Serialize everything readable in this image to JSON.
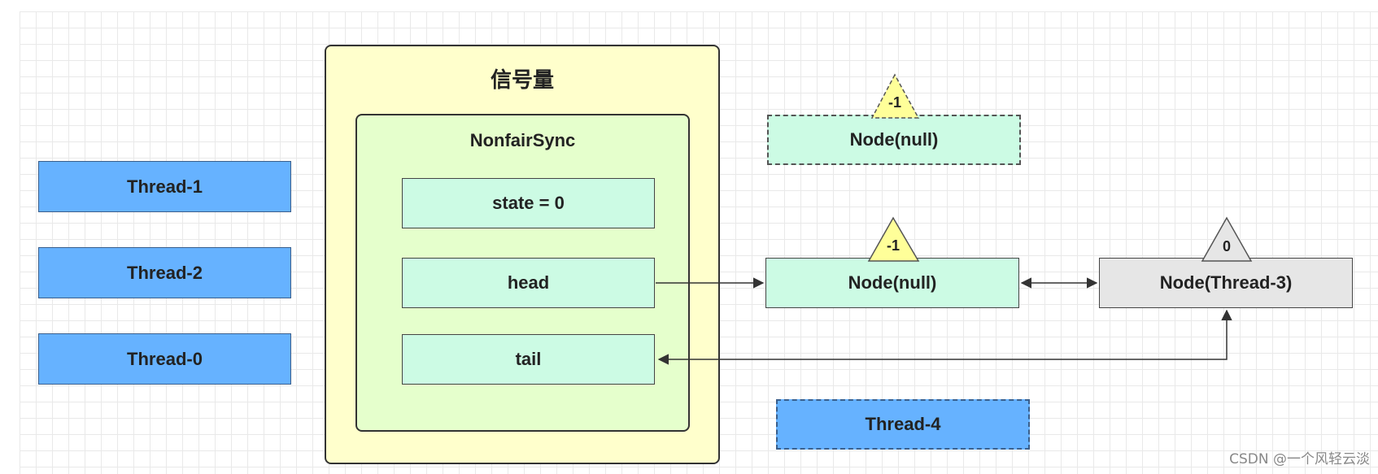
{
  "threads": {
    "thread1": "Thread-1",
    "thread2": "Thread-2",
    "thread0": "Thread-0",
    "thread4": "Thread-4"
  },
  "semaphore": {
    "title": "信号量",
    "sync": {
      "title": "NonfairSync",
      "state": "state = 0",
      "head": "head",
      "tail": "tail"
    }
  },
  "queue": {
    "detached_node": {
      "label": "Node(null)",
      "wait_status": "-1"
    },
    "head_node": {
      "label": "Node(null)",
      "wait_status": "-1"
    },
    "tail_node": {
      "label": "Node(Thread-3)",
      "wait_status": "0"
    }
  },
  "watermark": "CSDN @一个风轻云淡",
  "colors": {
    "thread_blue": "#66b2ff",
    "node_mint": "#ccfbe4",
    "semaphore_yellow": "#ffffcc",
    "sync_green": "#e5ffcc",
    "status_yellow": "#ffff99",
    "node_grey": "#e6e6e6"
  }
}
